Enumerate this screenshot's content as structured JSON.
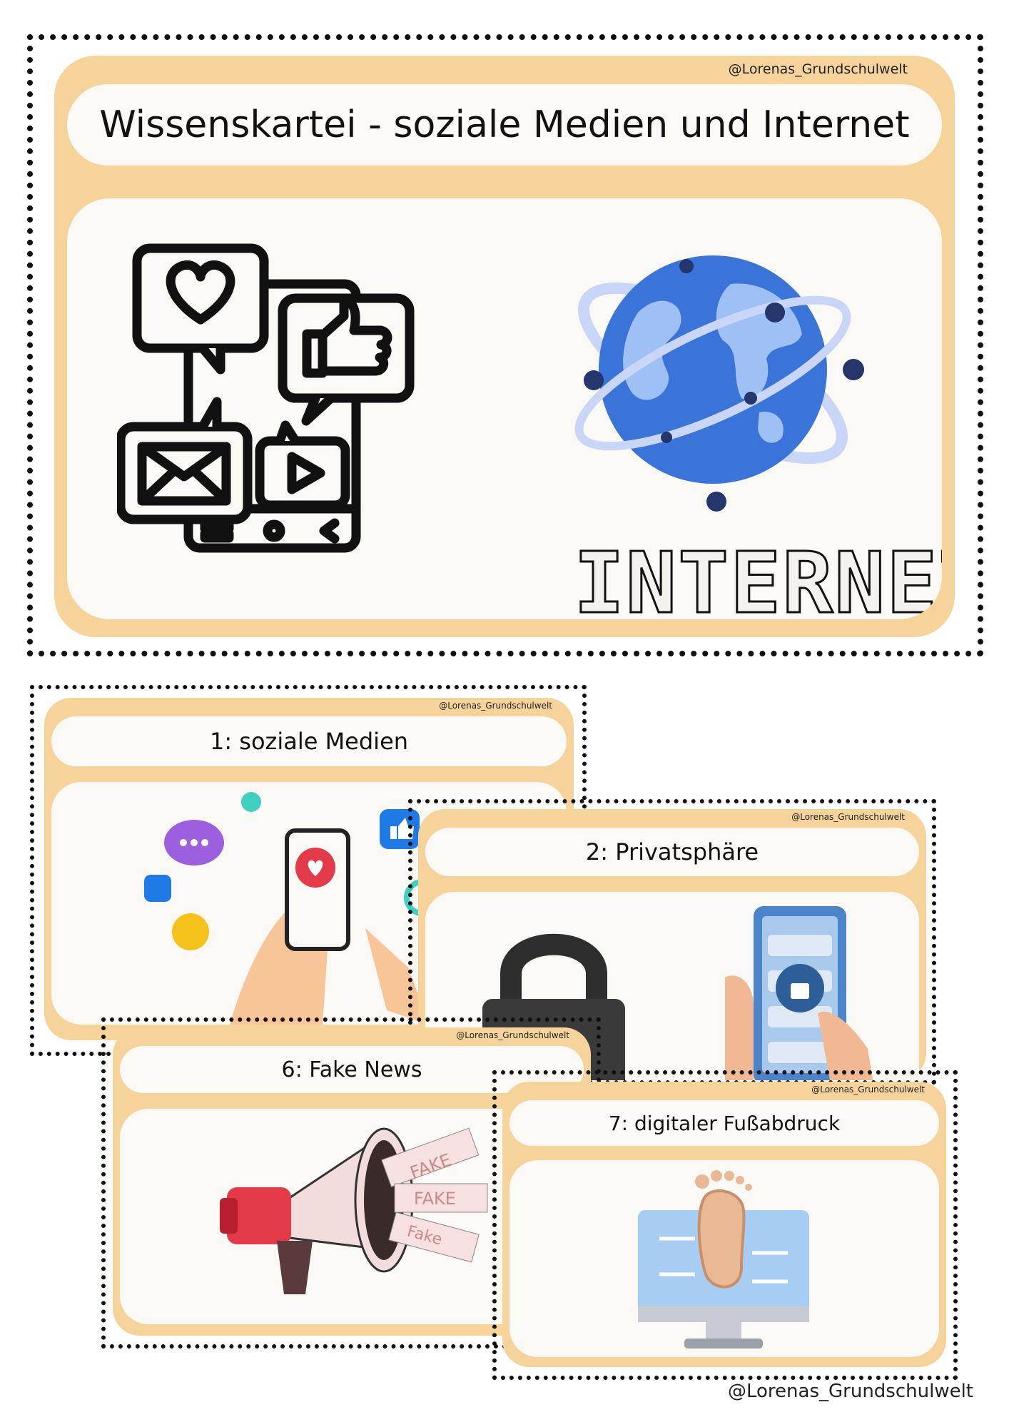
{
  "main_card": {
    "credit": "@Lorenas_Grundschulwelt",
    "title": "Wissenskartei - soziale Medien und Internet",
    "internet_word": "INTERNET",
    "icons": [
      "social-media-phone-icon",
      "globe-icon"
    ]
  },
  "cards": [
    {
      "id": "1",
      "title": "1: soziale Medien",
      "credit": "@Lorenas_Grundschulwelt",
      "icon": "hand-phone-social-icon"
    },
    {
      "id": "2",
      "title": "2: Privatsphäre",
      "credit": "@Lorenas_Grundschulwelt",
      "icon": "padlock-icon"
    },
    {
      "id": "6",
      "title": "6: Fake News",
      "credit": "@Lorenas_Grundschulwelt",
      "icon": "megaphone-icon"
    },
    {
      "id": "7",
      "title": "7: digitaler Fußabdruck",
      "credit": "@Lorenas_Grundschulwelt",
      "icon": "footprint-monitor-icon"
    }
  ],
  "footer": {
    "credit": "@Lorenas_Grundschulwelt"
  },
  "colors": {
    "card": "#f6d39a",
    "panel": "#fbf9f6",
    "globe": "#3b74d8",
    "accent_red": "#e33a4a"
  }
}
